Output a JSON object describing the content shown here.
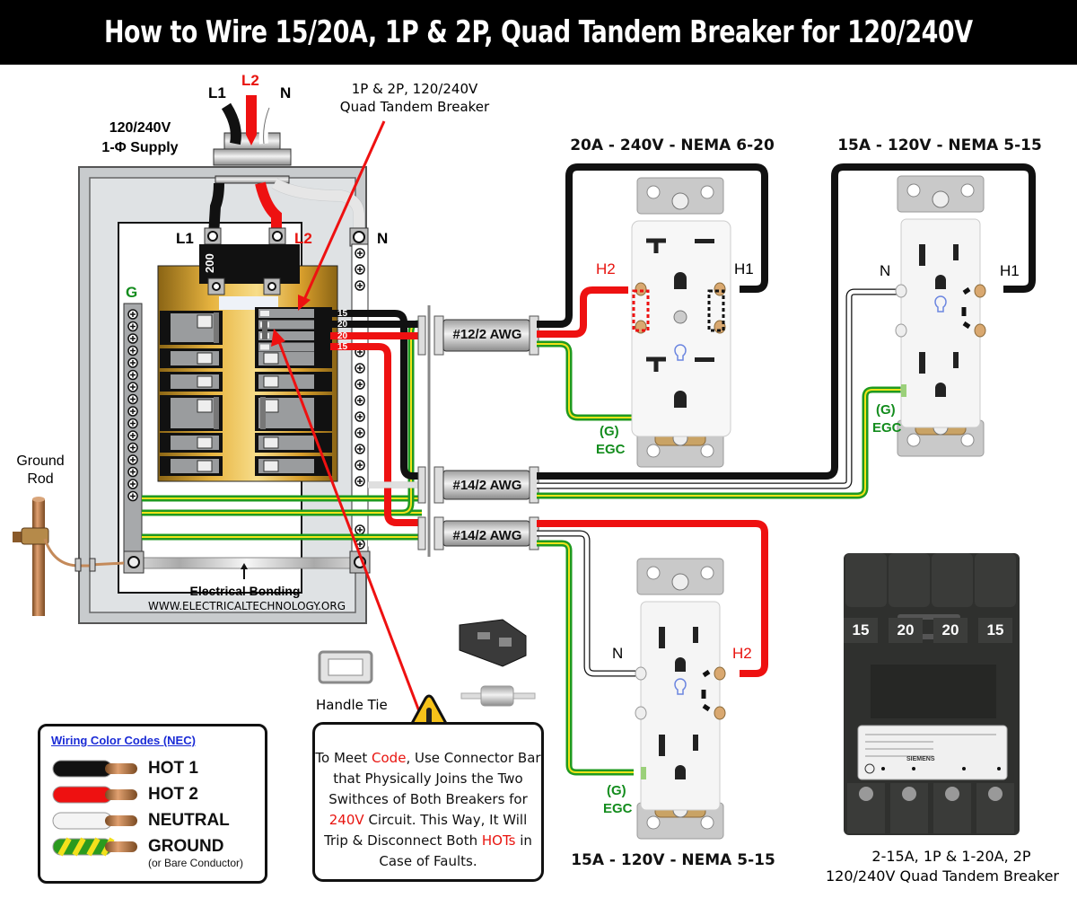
{
  "title": "How to Wire 15/20A, 1P & 2P, Quad Tandem Breaker for 120/240V",
  "supply": {
    "label_line1": "120/240V",
    "label_line2": "1-Φ Supply",
    "wires": {
      "l1": "L1",
      "l2": "L2",
      "n": "N"
    }
  },
  "callout_breaker": {
    "line1": "1P & 2P, 120/240V",
    "line2": "Quad Tandem Breaker"
  },
  "panel": {
    "l1_label": "L1",
    "l2_label": "L2",
    "neutral_label": "N",
    "ground_label": "G",
    "main_breaker_rating": "200",
    "tandem_ratings": [
      "15",
      "20",
      "20",
      "15"
    ],
    "bonding_label": "Electrical Bonding",
    "website": "WWW.ELECTRICALTECHNOLOGY.ORG"
  },
  "ground_rod": {
    "line1": "Ground",
    "line2": "Rod"
  },
  "cables": [
    {
      "label": "#12/2 AWG"
    },
    {
      "label": "#14/2 AWG"
    },
    {
      "label": "#14/2 AWG"
    }
  ],
  "receptacles": [
    {
      "title": "20A - 240V - NEMA 6-20",
      "left_terminal": "H2",
      "right_terminal": "H1",
      "ground_line1": "(G)",
      "ground_line2": "EGC"
    },
    {
      "title": "15A - 120V - NEMA 5-15",
      "left_terminal": "N",
      "right_terminal": "H1",
      "ground_line1": "(G)",
      "ground_line2": "EGC"
    },
    {
      "title": "15A - 120V - NEMA 5-15",
      "left_terminal": "N",
      "right_terminal": "H2",
      "ground_line1": "(G)",
      "ground_line2": "EGC"
    }
  ],
  "handle_tie": {
    "label": "Handle Tie"
  },
  "warning_note": {
    "parts": [
      {
        "text": "To Meet ",
        "highlight": false
      },
      {
        "text": "Code",
        "highlight": true
      },
      {
        "text": ", Use Connector Bar that Physically Joins the Two Swithces of Both Breakers for ",
        "highlight": false
      },
      {
        "text": "240V",
        "highlight": true
      },
      {
        "text": " Circuit. This Way, It Will Trip & Disconnect Both ",
        "highlight": false
      },
      {
        "text": "HOTs",
        "highlight": true
      },
      {
        "text": " in Case of Faults.",
        "highlight": false
      }
    ]
  },
  "legend": {
    "title": "Wiring Color Codes (NEC)",
    "items": [
      {
        "label": "HOT 1",
        "color": "#111111"
      },
      {
        "label": "HOT 2",
        "color": "#ee1111"
      },
      {
        "label": "NEUTRAL",
        "color": "#f4f4f4"
      },
      {
        "label": "GROUND",
        "sublabel": "(or Bare Conductor)",
        "color": "#2a9a1e",
        "stripe": "#f2e01c"
      }
    ]
  },
  "product": {
    "ratings": [
      "15",
      "20",
      "20",
      "15"
    ],
    "caption_line1": "2-15A, 1P & 1-20A, 2P",
    "caption_line2": "120/240V Quad Tandem Breaker",
    "label_brand": "SIEMENS"
  },
  "colors": {
    "hot1": "#111111",
    "hot2": "#ee1111",
    "neutral": "#ffffff",
    "ground": "#1f9a1f",
    "ground_stripe": "#f2e21a",
    "highlight_text": "#e8140f",
    "egc_text": "#138c1d",
    "legend_title": "#1a2bd6"
  }
}
